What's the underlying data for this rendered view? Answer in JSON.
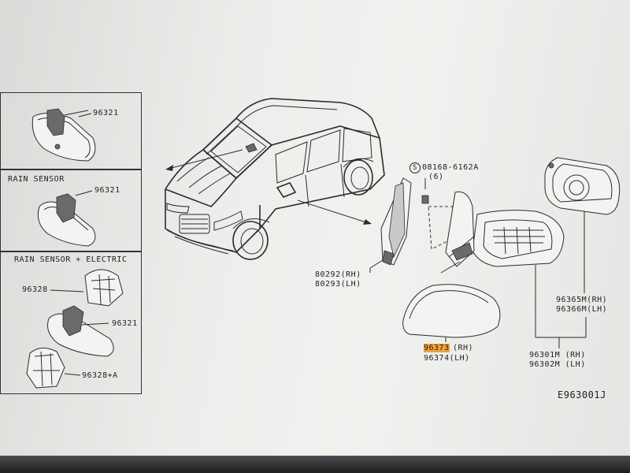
{
  "inset_panels": {
    "panel1": {
      "part": "96321"
    },
    "panel2": {
      "title": "RAIN SENSOR",
      "part": "96321"
    },
    "panel3": {
      "title": "RAIN SENSOR + ELECTRIC",
      "part_cover": "96328",
      "part_mirror": "96321",
      "part_cover_a": "96328+A"
    }
  },
  "labels": {
    "screw": "08168-6162A",
    "screw_circle": "S",
    "screw_qty": "(6)",
    "base_rh": "80292(RH)",
    "base_lh": "80293(LH)",
    "cap_rh_num": "96373",
    "cap_rh_suffix": "(RH)",
    "cap_lh": "96374(LH)",
    "glass_rh": "96365M(RH)",
    "glass_lh": "96366M(LH)",
    "assy_rh": "96301M (RH)",
    "assy_lh": "96302M (LH)",
    "diagram_code": "E963001J"
  },
  "colors": {
    "highlight": "#f0a23a",
    "line": "#2b2b2b",
    "paper": "#eceeeb"
  }
}
